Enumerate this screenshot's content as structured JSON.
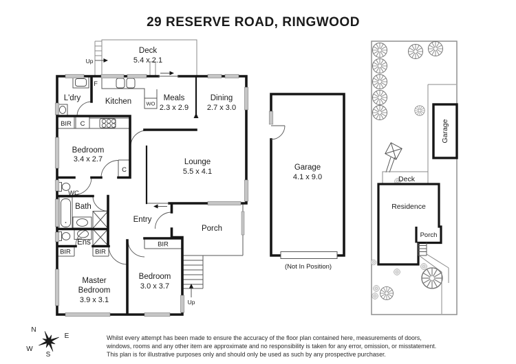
{
  "title": "29 RESERVE ROAD, RINGWOOD",
  "floorplan": {
    "deck": {
      "name": "Deck",
      "dims": "5.4 x 2.1"
    },
    "ldry": {
      "name": "L'dry"
    },
    "kitchen": {
      "name": "Kitchen"
    },
    "meals": {
      "name": "Meals",
      "dims": "2.3 x 2.9"
    },
    "dining": {
      "name": "Dining",
      "dims": "2.7 x 3.0"
    },
    "lounge": {
      "name": "Lounge",
      "dims": "5.5 x 4.1"
    },
    "bedroom2": {
      "name": "Bedroom",
      "dims": "3.4 x 2.7"
    },
    "wc": {
      "name": "WC"
    },
    "bath": {
      "name": "Bath"
    },
    "ens": {
      "name": "Ens"
    },
    "entry": {
      "name": "Entry"
    },
    "porch": {
      "name": "Porch"
    },
    "master": {
      "line1": "Master",
      "line2": "Bedroom",
      "dims": "3.9 x 3.1"
    },
    "bedroom3": {
      "name": "Bedroom",
      "dims": "3.0 x 3.7"
    },
    "labels": {
      "bir": "BIR",
      "c": "C",
      "f": "F",
      "wo": "WO",
      "up": "Up"
    }
  },
  "garage_plan": {
    "name": "Garage",
    "dims": "4.1 x 9.0",
    "note": "(Not In Position)"
  },
  "site_plan": {
    "garage": "Garage",
    "deck": "Deck",
    "residence": "Residence",
    "porch": "Porch"
  },
  "compass": {
    "n": "N",
    "e": "E",
    "s": "S",
    "w": "W"
  },
  "disclaimer": {
    "line1": "Whilst every attempt has been made to ensure the accuracy of the floor plan contained here, measurements of doors,",
    "line2": "windows, rooms and any other item are approximate and no responsibility is taken for any error, omission, or misstatement.",
    "line3": "This plan is for illustrative purposes only and should only be used as such by any prospective purchaser."
  },
  "colors": {
    "wall": "#161616",
    "window": "#c6c6c6",
    "thin_line": "#555",
    "background": "#ffffff"
  }
}
